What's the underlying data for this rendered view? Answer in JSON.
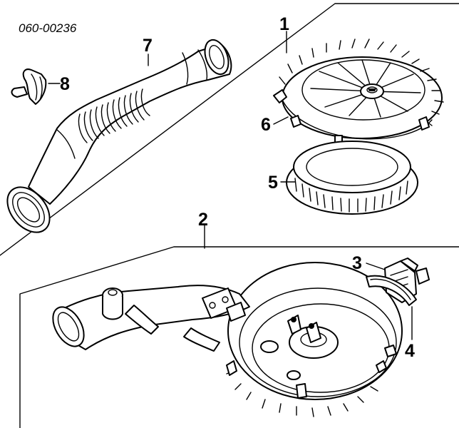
{
  "diagram_code": "060-00236",
  "callouts": {
    "p1": "1",
    "p2": "2",
    "p3": "3",
    "p4": "4",
    "p5": "5",
    "p6": "6",
    "p7": "7",
    "p8": "8"
  }
}
